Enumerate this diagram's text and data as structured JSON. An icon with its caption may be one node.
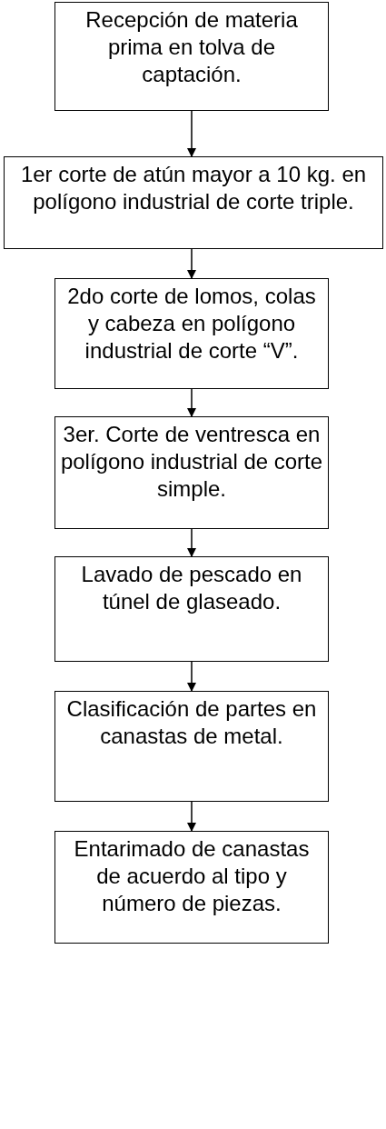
{
  "diagram": {
    "nodes": [
      {
        "text": [
          "Recepción de materia prima en tolva de captación."
        ]
      },
      {
        "text": [
          "1er corte de atún mayor a 10 kg. en polígono industrial de corte triple."
        ]
      },
      {
        "text": [
          "2do corte de lomos, colas y cabeza en polígono industrial de corte “V”."
        ]
      },
      {
        "text": [
          "3er. Corte de ventresca en polígono industrial de corte simple."
        ]
      },
      {
        "text": [
          "Lavado de pescado en túnel de glaseado."
        ]
      },
      {
        "text": [
          "Clasificación de partes en canastas de metal."
        ]
      },
      {
        "text": [
          "Entarimado de canastas de acuerdo al tipo y número de piezas."
        ]
      }
    ],
    "edges": [
      {
        "from": 0,
        "to": 1,
        "arrow": "to"
      },
      {
        "from": 1,
        "to": 2,
        "arrow": "to"
      },
      {
        "from": 2,
        "to": 3,
        "arrow": "to"
      },
      {
        "from": 3,
        "to": 4,
        "arrow": "to"
      },
      {
        "from": 4,
        "to": 5,
        "arrow": "to"
      },
      {
        "from": 5,
        "to": 6,
        "arrow": "to"
      }
    ]
  }
}
